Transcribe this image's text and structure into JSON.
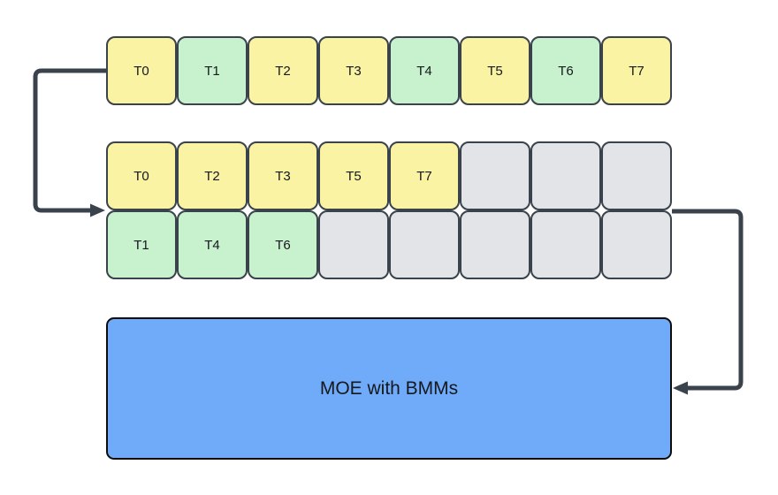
{
  "colors": {
    "background": "#ffffff",
    "token_yellow": "#F9F3A3",
    "token_green": "#C8F1CE",
    "empty_gray": "#E2E4E8",
    "cell_border": "#3A424C",
    "arrow": "#3A424C",
    "moe_fill": "#70ABFA",
    "moe_border": "#0D0D0D",
    "text": "#15181C"
  },
  "top_row": {
    "cells": [
      {
        "label": "T0",
        "type": "yellow"
      },
      {
        "label": "T1",
        "type": "green"
      },
      {
        "label": "T2",
        "type": "yellow"
      },
      {
        "label": "T3",
        "type": "yellow"
      },
      {
        "label": "T4",
        "type": "green"
      },
      {
        "label": "T5",
        "type": "yellow"
      },
      {
        "label": "T6",
        "type": "green"
      },
      {
        "label": "T7",
        "type": "yellow"
      }
    ]
  },
  "middle_grid": {
    "row1": {
      "cells": [
        {
          "label": "T0",
          "type": "yellow"
        },
        {
          "label": "T2",
          "type": "yellow"
        },
        {
          "label": "T3",
          "type": "yellow"
        },
        {
          "label": "T5",
          "type": "yellow"
        },
        {
          "label": "T7",
          "type": "yellow"
        },
        {
          "label": "",
          "type": "gray"
        },
        {
          "label": "",
          "type": "gray"
        },
        {
          "label": "",
          "type": "gray"
        }
      ]
    },
    "row2": {
      "cells": [
        {
          "label": "T1",
          "type": "green"
        },
        {
          "label": "T4",
          "type": "green"
        },
        {
          "label": "T6",
          "type": "green"
        },
        {
          "label": "",
          "type": "gray"
        },
        {
          "label": "",
          "type": "gray"
        },
        {
          "label": "",
          "type": "gray"
        },
        {
          "label": "",
          "type": "gray"
        },
        {
          "label": "",
          "type": "gray"
        }
      ]
    }
  },
  "moe_box": {
    "label": "MOE with BMMs"
  },
  "arrows": [
    {
      "name": "left-routing-arrow"
    },
    {
      "name": "right-routing-arrow"
    }
  ]
}
